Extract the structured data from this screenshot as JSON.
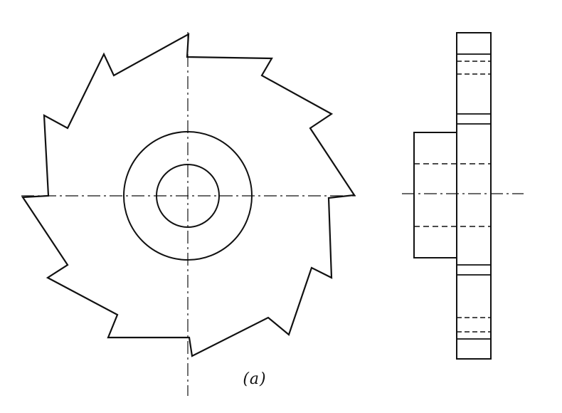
{
  "figure": {
    "caption": "(a)",
    "colors": {
      "ink": "#111111",
      "background": "#ffffff"
    },
    "views": [
      {
        "name": "front-view",
        "features": [
          "toothed-outline",
          "outer-hub-circle",
          "bore-circle",
          "horizontal-centerline",
          "vertical-centerline"
        ],
        "tooth_count": 12
      },
      {
        "name": "side-view",
        "features": [
          "hub-rectangle",
          "blade-rectangle",
          "hidden-lines",
          "centerline"
        ]
      }
    ]
  }
}
